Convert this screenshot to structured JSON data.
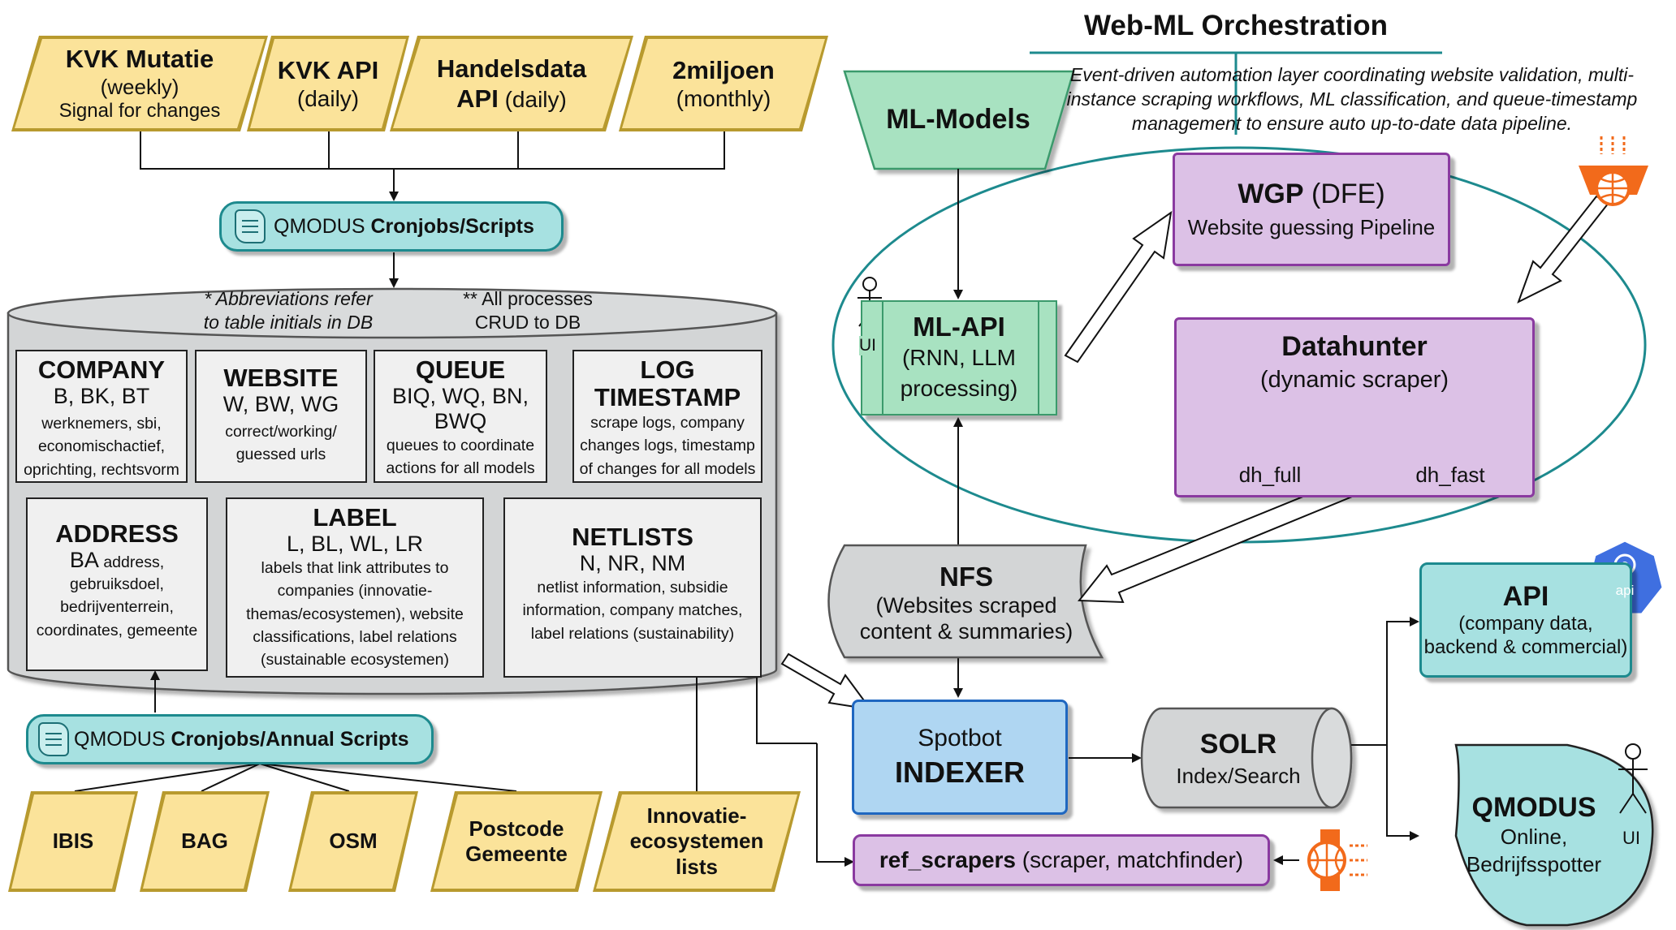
{
  "orchestration": {
    "title": "Web-ML Orchestration",
    "description": "Event-driven automation layer coordinating website validation, multi-instance scraping workflows, ML classification, and queue-timestamp management to ensure auto up-to-date data pipeline."
  },
  "top_sources": [
    {
      "title": "KVK Mutatie",
      "line2": "(weekly)",
      "line3": "Signal for changes"
    },
    {
      "title": "KVK API",
      "line2": "(daily)"
    },
    {
      "title": "Handelsdata",
      "title2": "API",
      "freq": " (daily)"
    },
    {
      "title": "2miljoen",
      "line2": "(monthly)"
    }
  ],
  "cron_top": {
    "prefix": "QMODUS ",
    "bold": "Cronjobs/Scripts"
  },
  "cron_bottom": {
    "prefix": "QMODUS ",
    "bold": "Cronjobs/Annual Scripts"
  },
  "db": {
    "note1_l1": "* Abbreviations refer",
    "note1_l2": "to table initials in DB",
    "note2_l1": "** All processes",
    "note2_l2": "CRUD to DB",
    "tables": [
      {
        "title": "COMPANY",
        "abbr": "B, BK, BT",
        "desc": [
          "werknemers, sbi,",
          "economischactief,",
          "oprichting, rechtsvorm"
        ]
      },
      {
        "title": "WEBSITE",
        "abbr": "W, BW, WG",
        "desc": [
          "correct/working/",
          "guessed urls"
        ]
      },
      {
        "title": "QUEUE",
        "abbr": "BIQ, WQ, BN,",
        "abbr2": "BWQ",
        "desc": [
          "queues to coordinate",
          "actions for all models"
        ]
      },
      {
        "title": "LOG",
        "title2": "TIMESTAMP",
        "desc": [
          "scrape logs, company",
          "changes logs, timestamp",
          "of changes for all models"
        ]
      },
      {
        "title": "ADDRESS",
        "abbr": "BA",
        "abbr_tail": " address,",
        "desc": [
          "gebruiksdoel,",
          "bedrijventerrein,",
          "coordinates, gemeente"
        ]
      },
      {
        "title": "LABEL",
        "abbr": "L, BL, WL, LR",
        "desc": [
          "labels that link attributes to",
          "companies (innovatie-",
          "themas/ecosystemen), website",
          "classifications, label relations",
          "(sustainable ecosystemen)"
        ]
      },
      {
        "title": "NETLISTS",
        "abbr": "N, NR, NM",
        "desc": [
          "netlist information, subsidie",
          "information, company matches,",
          "label relations (sustainability)"
        ]
      }
    ]
  },
  "bottom_sources": [
    {
      "l1": "IBIS"
    },
    {
      "l1": "BAG"
    },
    {
      "l1": "OSM"
    },
    {
      "l1": "Postcode",
      "l2": "Gemeente"
    },
    {
      "l1": "Innovatie-",
      "l2": "ecosystemen",
      "l3": "lists"
    }
  ],
  "ml_models": {
    "label": "ML-Models"
  },
  "ml_api": {
    "title": "ML-API",
    "l2": "(RNN, LLM",
    "l3": "processing)",
    "actor": "UI"
  },
  "wgp": {
    "title": "WGP",
    "title_tail": " (DFE)",
    "sub": "Website guessing Pipeline"
  },
  "datahunter": {
    "title": "Datahunter",
    "sub": "(dynamic scraper)",
    "left": "dh_full",
    "right": "dh_fast"
  },
  "nfs": {
    "title": "NFS",
    "l2": "(Websites scraped",
    "l3": "content & summaries)"
  },
  "spotbot": {
    "l1": "Spotbot",
    "l2": "INDEXER"
  },
  "solr": {
    "title": "SOLR",
    "sub": "Index/Search"
  },
  "ref_scrapers": {
    "bold": "ref_scrapers",
    "tail": " (scraper, matchfinder)"
  },
  "api": {
    "title": "API",
    "l2": "(company data,",
    "l3": "backend & commercial)",
    "badge": "api"
  },
  "qmodus": {
    "title": "QMODUS",
    "l2": "Online,",
    "l3": "Bedrijfsspotter",
    "actor": "UI"
  },
  "colors": {
    "yellow": "#fbe39a",
    "teal": "#a7e1e1",
    "purple": "#dcc1e6",
    "green": "#a8e2c1",
    "blue": "#afd6f2",
    "orange": "#f26a1b"
  }
}
